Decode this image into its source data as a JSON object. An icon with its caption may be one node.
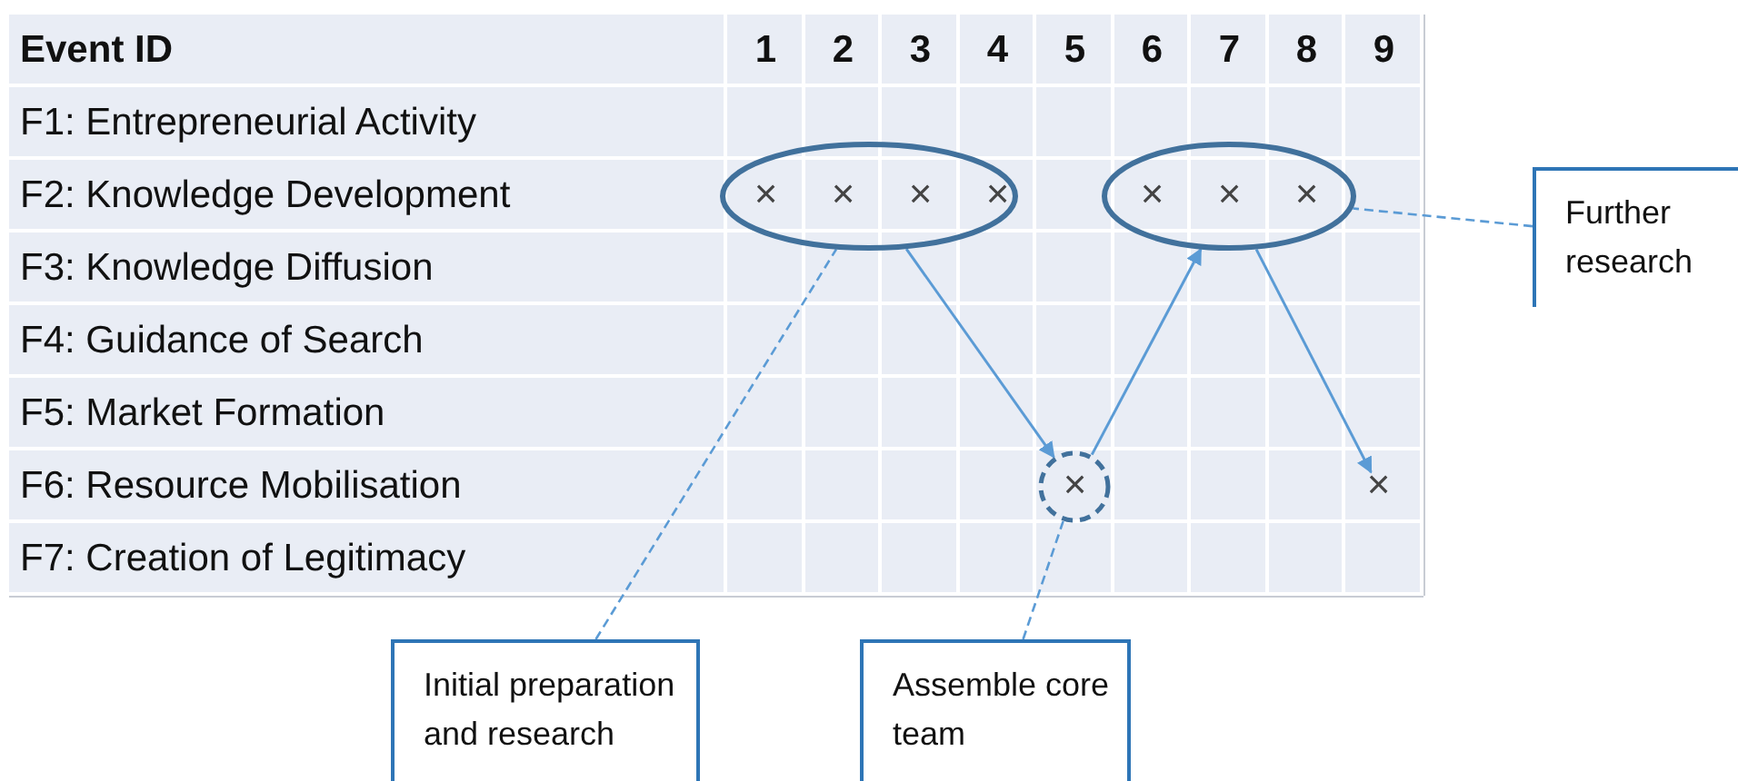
{
  "diagram": {
    "nodes": [
      {
        "text": [
          "×",
          "×",
          "×",
          "×"
        ]
      },
      {
        "text": [
          "×",
          "×",
          "×"
        ]
      },
      {
        "text": [
          "×"
        ]
      },
      {
        "text": [
          "×"
        ]
      },
      {
        "text": [
          "Initial preparation and research"
        ]
      },
      {
        "text": [
          "Assemble core team"
        ]
      },
      {
        "text": [
          "Further research"
        ]
      }
    ],
    "edges": [
      {
        "from": 0,
        "to": 2,
        "arrow": "to"
      },
      {
        "from": 2,
        "to": 1,
        "arrow": "to"
      },
      {
        "from": 1,
        "to": 3,
        "arrow": "to"
      },
      {
        "from": 4,
        "to": 0,
        "arrow": "none",
        "style": "dashed"
      },
      {
        "from": 5,
        "to": 2,
        "arrow": "none",
        "style": "dashed"
      },
      {
        "from": 6,
        "to": 1,
        "arrow": "none",
        "style": "dashed"
      }
    ],
    "labels": [
      "Event ID",
      "1",
      "2",
      "3",
      "4",
      "5",
      "6",
      "7",
      "8",
      "9",
      "F1: Entrepreneurial Activity",
      "F2: Knowledge Development",
      "F3: Knowledge Diffusion",
      "F4: Guidance of Search",
      "F5: Market Formation",
      "F6: Resource Mobilisation",
      "F7: Creation of Legitimacy"
    ]
  }
}
